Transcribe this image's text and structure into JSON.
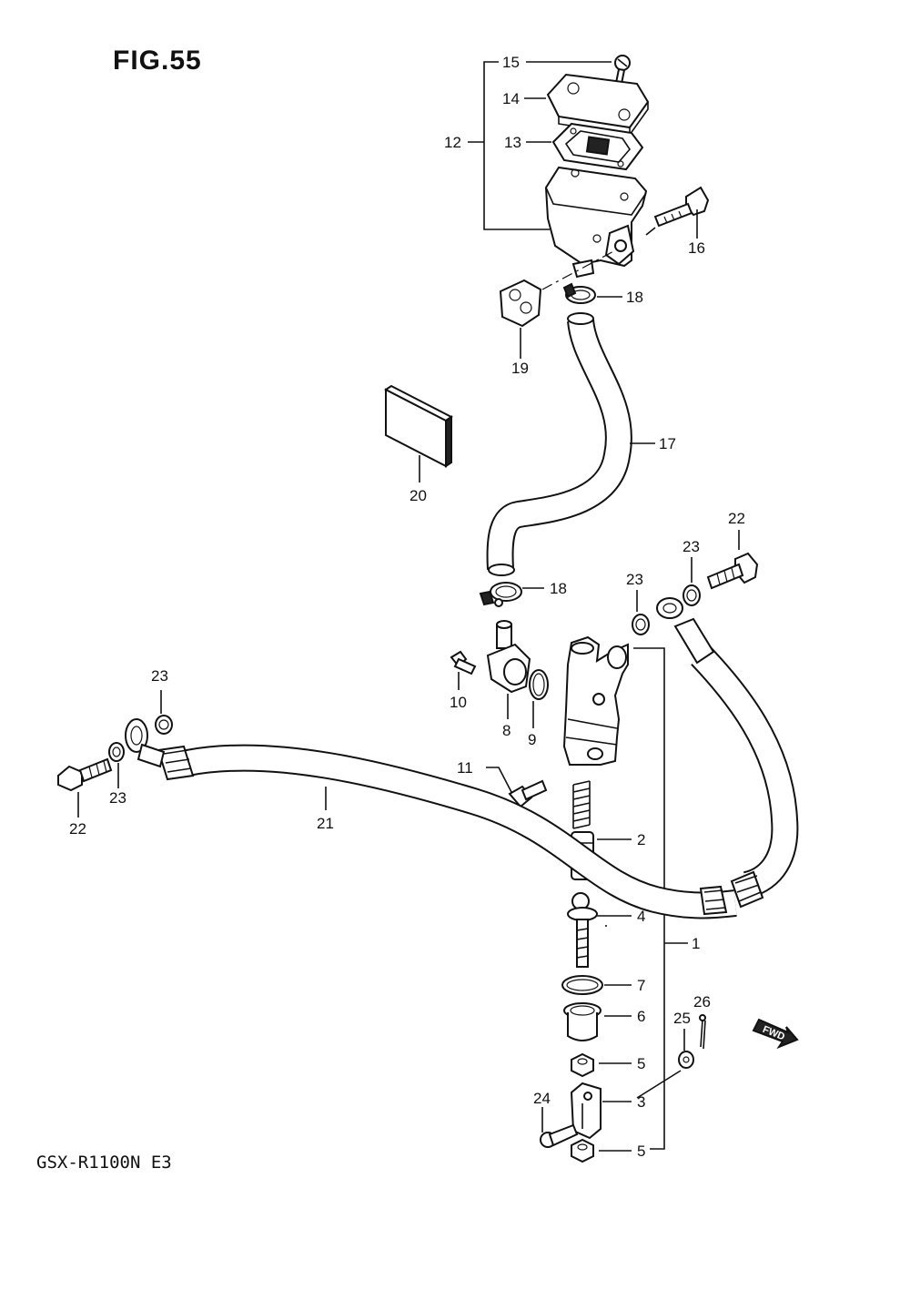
{
  "figure": {
    "title": "FIG.55",
    "model": "GSX-R1100N E3",
    "fwd_label": "FWD"
  },
  "callouts": {
    "c1": "1",
    "c2": "2",
    "c3": "3",
    "c4": "4",
    "c5a": "5",
    "c5b": "5",
    "c6": "6",
    "c7": "7",
    "c8": "8",
    "c9": "9",
    "c10": "10",
    "c11": "11",
    "c12": "12",
    "c13": "13",
    "c14": "14",
    "c15": "15",
    "c16": "16",
    "c17": "17",
    "c18a": "18",
    "c18b": "18",
    "c19": "19",
    "c20": "20",
    "c21": "21",
    "c22a": "22",
    "c22b": "22",
    "c23a": "23",
    "c23b": "23",
    "c23c": "23",
    "c23d": "23",
    "c24": "24",
    "c25": "25",
    "c26": "26"
  }
}
